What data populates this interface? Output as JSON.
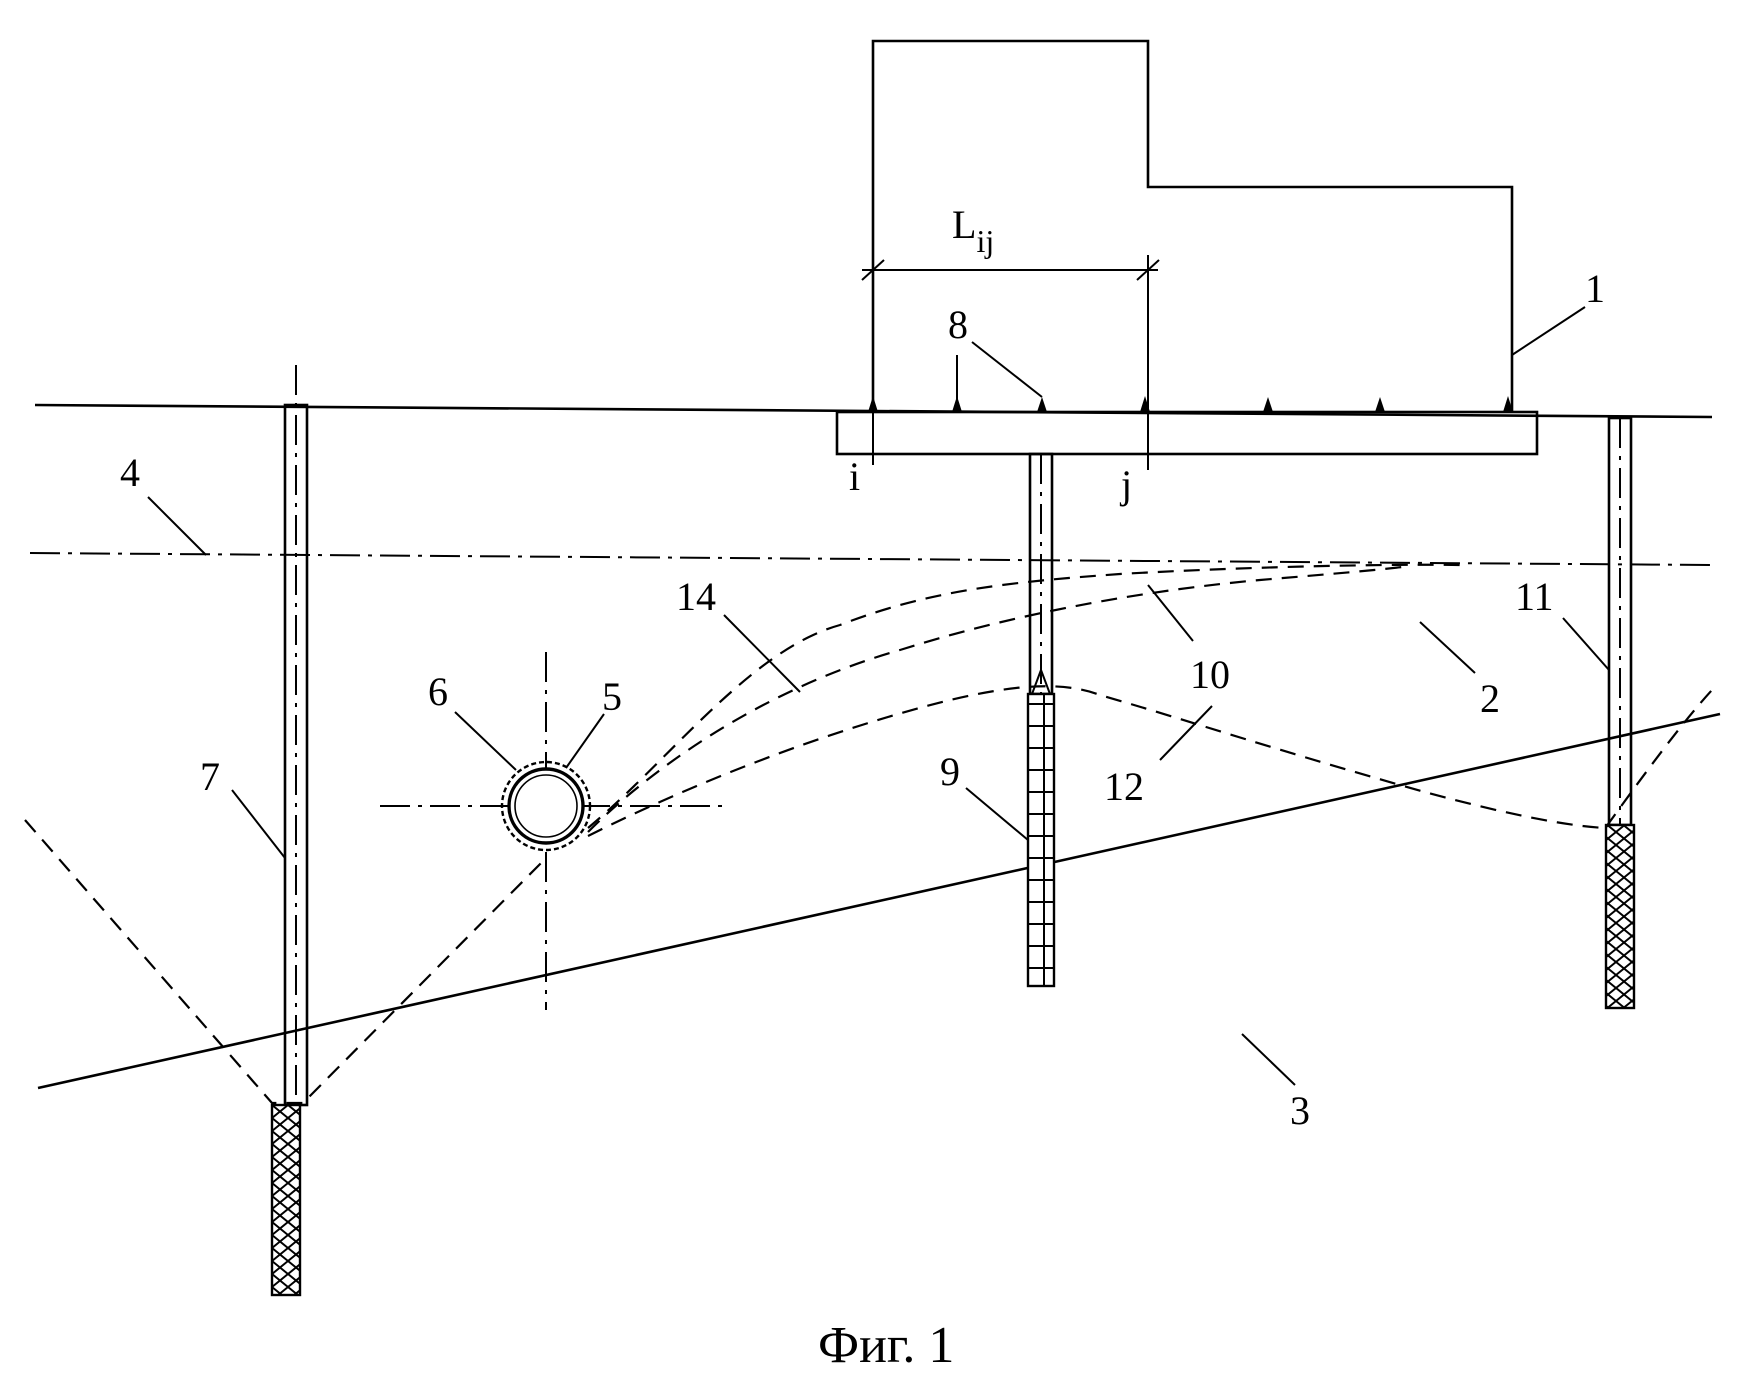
{
  "caption": "Фиг. 1",
  "dimension": {
    "label": "L",
    "subscript": "ij"
  },
  "points": {
    "i": "i",
    "j": "j"
  },
  "labels": {
    "building": "1",
    "soil_upper": "2",
    "soil_lower": "3",
    "groundwater_level": "4",
    "pipe": "5",
    "pipe_wrap": "6",
    "well_left": "7",
    "marks": "8",
    "well_center": "9",
    "curve_10": "10",
    "well_right": "11",
    "curve_12": "12",
    "curve_14": "14"
  }
}
